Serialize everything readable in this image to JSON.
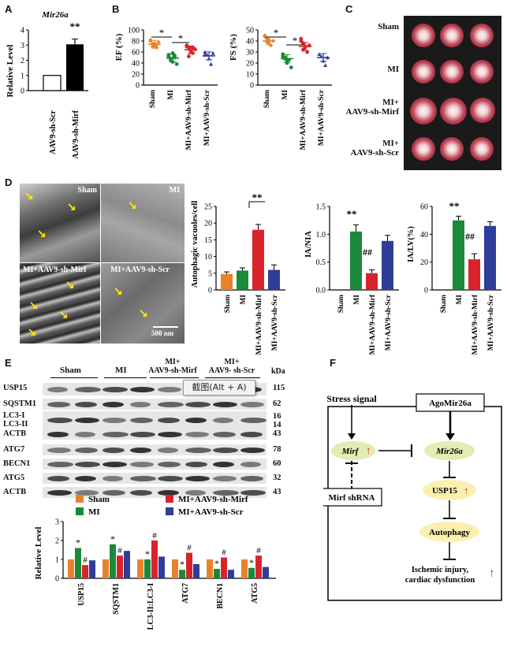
{
  "panels": {
    "A": "A",
    "B": "B",
    "C": "C",
    "D": "D",
    "E": "E",
    "F": "F"
  },
  "panelA": {
    "title": "Mir26a",
    "ylabel": "Relative Level",
    "yticks": [
      "0",
      "1",
      "2",
      "3",
      "4"
    ],
    "categories": [
      "AAV9-sh-Scr",
      "AAV9-sh-Mirf"
    ],
    "sig": "**"
  },
  "panelB": {
    "ef_ylabel": "EF (%)",
    "fs_ylabel": "FS (%)",
    "ef_yticks": [
      "0",
      "20",
      "40",
      "60",
      "80",
      "100"
    ],
    "fs_yticks": [
      "0",
      "10",
      "20",
      "30",
      "40",
      "50"
    ],
    "categories": [
      "Sham",
      "MI",
      "MI+AAV9-sh-Mirf",
      "MI+AAV9-sh-Scr"
    ],
    "sig": "*"
  },
  "panelC": {
    "labels": [
      "Sham",
      "MI",
      "MI+\nAAV9-sh-Mirf",
      "MI+\nAAV9-sh-Scr"
    ]
  },
  "panelD": {
    "em_labels": [
      "Sham",
      "MI",
      "MI+AAV9-sh-Mirf",
      "MI+AAV9-sh-Scr"
    ],
    "scale": "500 nm",
    "av_ylabel": "Autophagic vacuoles/cell",
    "ia_ylabel": "IA/NIA",
    "ialv_ylabel": "IA/LV(%)",
    "av_yticks": [
      "0",
      "5",
      "10",
      "15",
      "20",
      "25"
    ],
    "ia_yticks": [
      "0.0",
      "0.5",
      "1.0",
      "1.5"
    ],
    "ialv_yticks": [
      "0",
      "20",
      "40",
      "60"
    ],
    "categories": [
      "Sham",
      "MI",
      "MI+AAV9-sh-Mirf",
      "MI+AAV9-sh-Scr"
    ],
    "sig1": "**",
    "sig2": "##"
  },
  "panelE": {
    "groups": [
      "Sham",
      "MI",
      "MI+\nAAV9-sh-Mirf",
      "MI+\nAAV9- sh-Scr"
    ],
    "kda": "kDa",
    "blots": [
      {
        "name": "USP15",
        "kda": "115"
      },
      {
        "name": "SQSTM1",
        "kda": "62"
      },
      {
        "name": "LC3-I\nLC3-II",
        "kda": "16\n14"
      },
      {
        "name": "ACTB",
        "kda": "43"
      },
      {
        "name": "ATG7",
        "kda": "78"
      },
      {
        "name": "BECN1",
        "kda": "60"
      },
      {
        "name": "ATG5",
        "kda": "32"
      },
      {
        "name": "ACTB",
        "kda": "43"
      }
    ],
    "tooltip": "截图(Alt + A)",
    "legend": [
      "Sham",
      "MI",
      "MI+AAV9-sh-Mirf",
      "MI+AAV9-sh-Scr"
    ],
    "ylabel": "Relative Level",
    "yticks": [
      "0",
      "1",
      "2",
      "3"
    ],
    "categories": [
      "USP15",
      "SQSTM1",
      "LC3-II:LC3-I",
      "ATG7",
      "BECN1",
      "ATG5"
    ],
    "sig1": "*",
    "sig2": "#"
  },
  "panelF": {
    "stress": "Stress signal",
    "mirf": "Mirf",
    "shrna": "Mirf shRNA",
    "ago": "AgoMir26a",
    "mir26a": "Mir26a",
    "usp15": "USP15",
    "autophagy": "Autophagy",
    "outcome": "Ischemic injury,\ncardiac dysfunction"
  },
  "colors": {
    "sham": "#e8822c",
    "mi": "#1a8a3a",
    "mirf": "#d9232b",
    "scr": "#2e3c9a",
    "arrow": "#e02020"
  },
  "chart_data": [
    {
      "type": "bar",
      "title": "Mir26a",
      "ylabel": "Relative Level",
      "categories": [
        "AAV9-sh-Scr",
        "AAV9-sh-Mirf"
      ],
      "values": [
        1.0,
        3.05
      ],
      "errors": [
        0,
        0.35
      ],
      "ylim": [
        0,
        4
      ]
    },
    {
      "type": "scatter",
      "ylabel": "EF (%)",
      "categories": [
        "Sham",
        "MI",
        "MI+AAV9-sh-Mirf",
        "MI+AAV9-sh-Scr"
      ],
      "means": [
        74,
        49,
        64,
        53
      ],
      "points": [
        [
          80,
          75,
          72,
          68,
          78,
          82,
          70,
          76,
          73
        ],
        [
          55,
          48,
          42,
          50,
          38,
          52,
          45,
          58,
          53
        ],
        [
          72,
          68,
          60,
          58,
          65,
          70,
          52,
          62,
          68
        ],
        [
          60,
          55,
          48,
          38,
          58,
          55
        ]
      ],
      "ylim": [
        0,
        100
      ]
    },
    {
      "type": "scatter",
      "ylabel": "FS (%)",
      "categories": [
        "Sham",
        "MI",
        "MI+AAV9-sh-Mirf",
        "MI+AAV9-sh-Scr"
      ],
      "means": [
        40,
        24,
        35,
        25
      ],
      "points": [
        [
          45,
          42,
          38,
          36,
          40,
          44,
          39,
          41
        ],
        [
          28,
          25,
          20,
          23,
          16,
          26,
          24,
          22
        ],
        [
          40,
          38,
          34,
          30,
          36,
          42,
          32,
          35
        ],
        [
          28,
          26,
          22,
          18,
          25
        ]
      ],
      "ylim": [
        0,
        50
      ]
    },
    {
      "type": "bar",
      "ylabel": "Autophagic vacuoles/cell",
      "categories": [
        "Sham",
        "MI",
        "MI+AAV9-sh-Mirf",
        "MI+AAV9-sh-Scr"
      ],
      "values": [
        4.8,
        5.8,
        18,
        6
      ],
      "errors": [
        0.6,
        0.8,
        1.6,
        1.5
      ],
      "ylim": [
        0,
        25
      ]
    },
    {
      "type": "bar",
      "ylabel": "IA/NIA",
      "categories": [
        "Sham",
        "MI",
        "MI+AAV9-sh-Mirf",
        "MI+AAV9-sh-Scr"
      ],
      "values": [
        0,
        1.05,
        0.3,
        0.88
      ],
      "errors": [
        0,
        0.12,
        0.06,
        0.1
      ],
      "ylim": [
        0,
        1.5
      ]
    },
    {
      "type": "bar",
      "ylabel": "IA/LV(%)",
      "categories": [
        "Sham",
        "MI",
        "MI+AAV9-sh-Mirf",
        "MI+AAV9-sh-Scr"
      ],
      "values": [
        0,
        50,
        22,
        46
      ],
      "errors": [
        0,
        3,
        4,
        3
      ],
      "ylim": [
        0,
        60
      ]
    },
    {
      "type": "bar",
      "ylabel": "Relative Level",
      "categories": [
        "USP15",
        "SQSTM1",
        "LC3-II:LC3-I",
        "ATG7",
        "BECN1",
        "ATG5"
      ],
      "series": [
        {
          "name": "Sham",
          "values": [
            1,
            1,
            1,
            1,
            1,
            1
          ]
        },
        {
          "name": "MI",
          "values": [
            1.6,
            1.8,
            1.0,
            0.45,
            0.5,
            0.55
          ]
        },
        {
          "name": "MI+AAV9-sh-Mirf",
          "values": [
            0.7,
            1.2,
            2.0,
            1.35,
            1.1,
            1.2
          ]
        },
        {
          "name": "MI+AAV9-sh-Scr",
          "values": [
            0.95,
            1.45,
            1.15,
            0.75,
            0.45,
            0.6
          ]
        }
      ],
      "ylim": [
        0,
        3
      ]
    }
  ]
}
